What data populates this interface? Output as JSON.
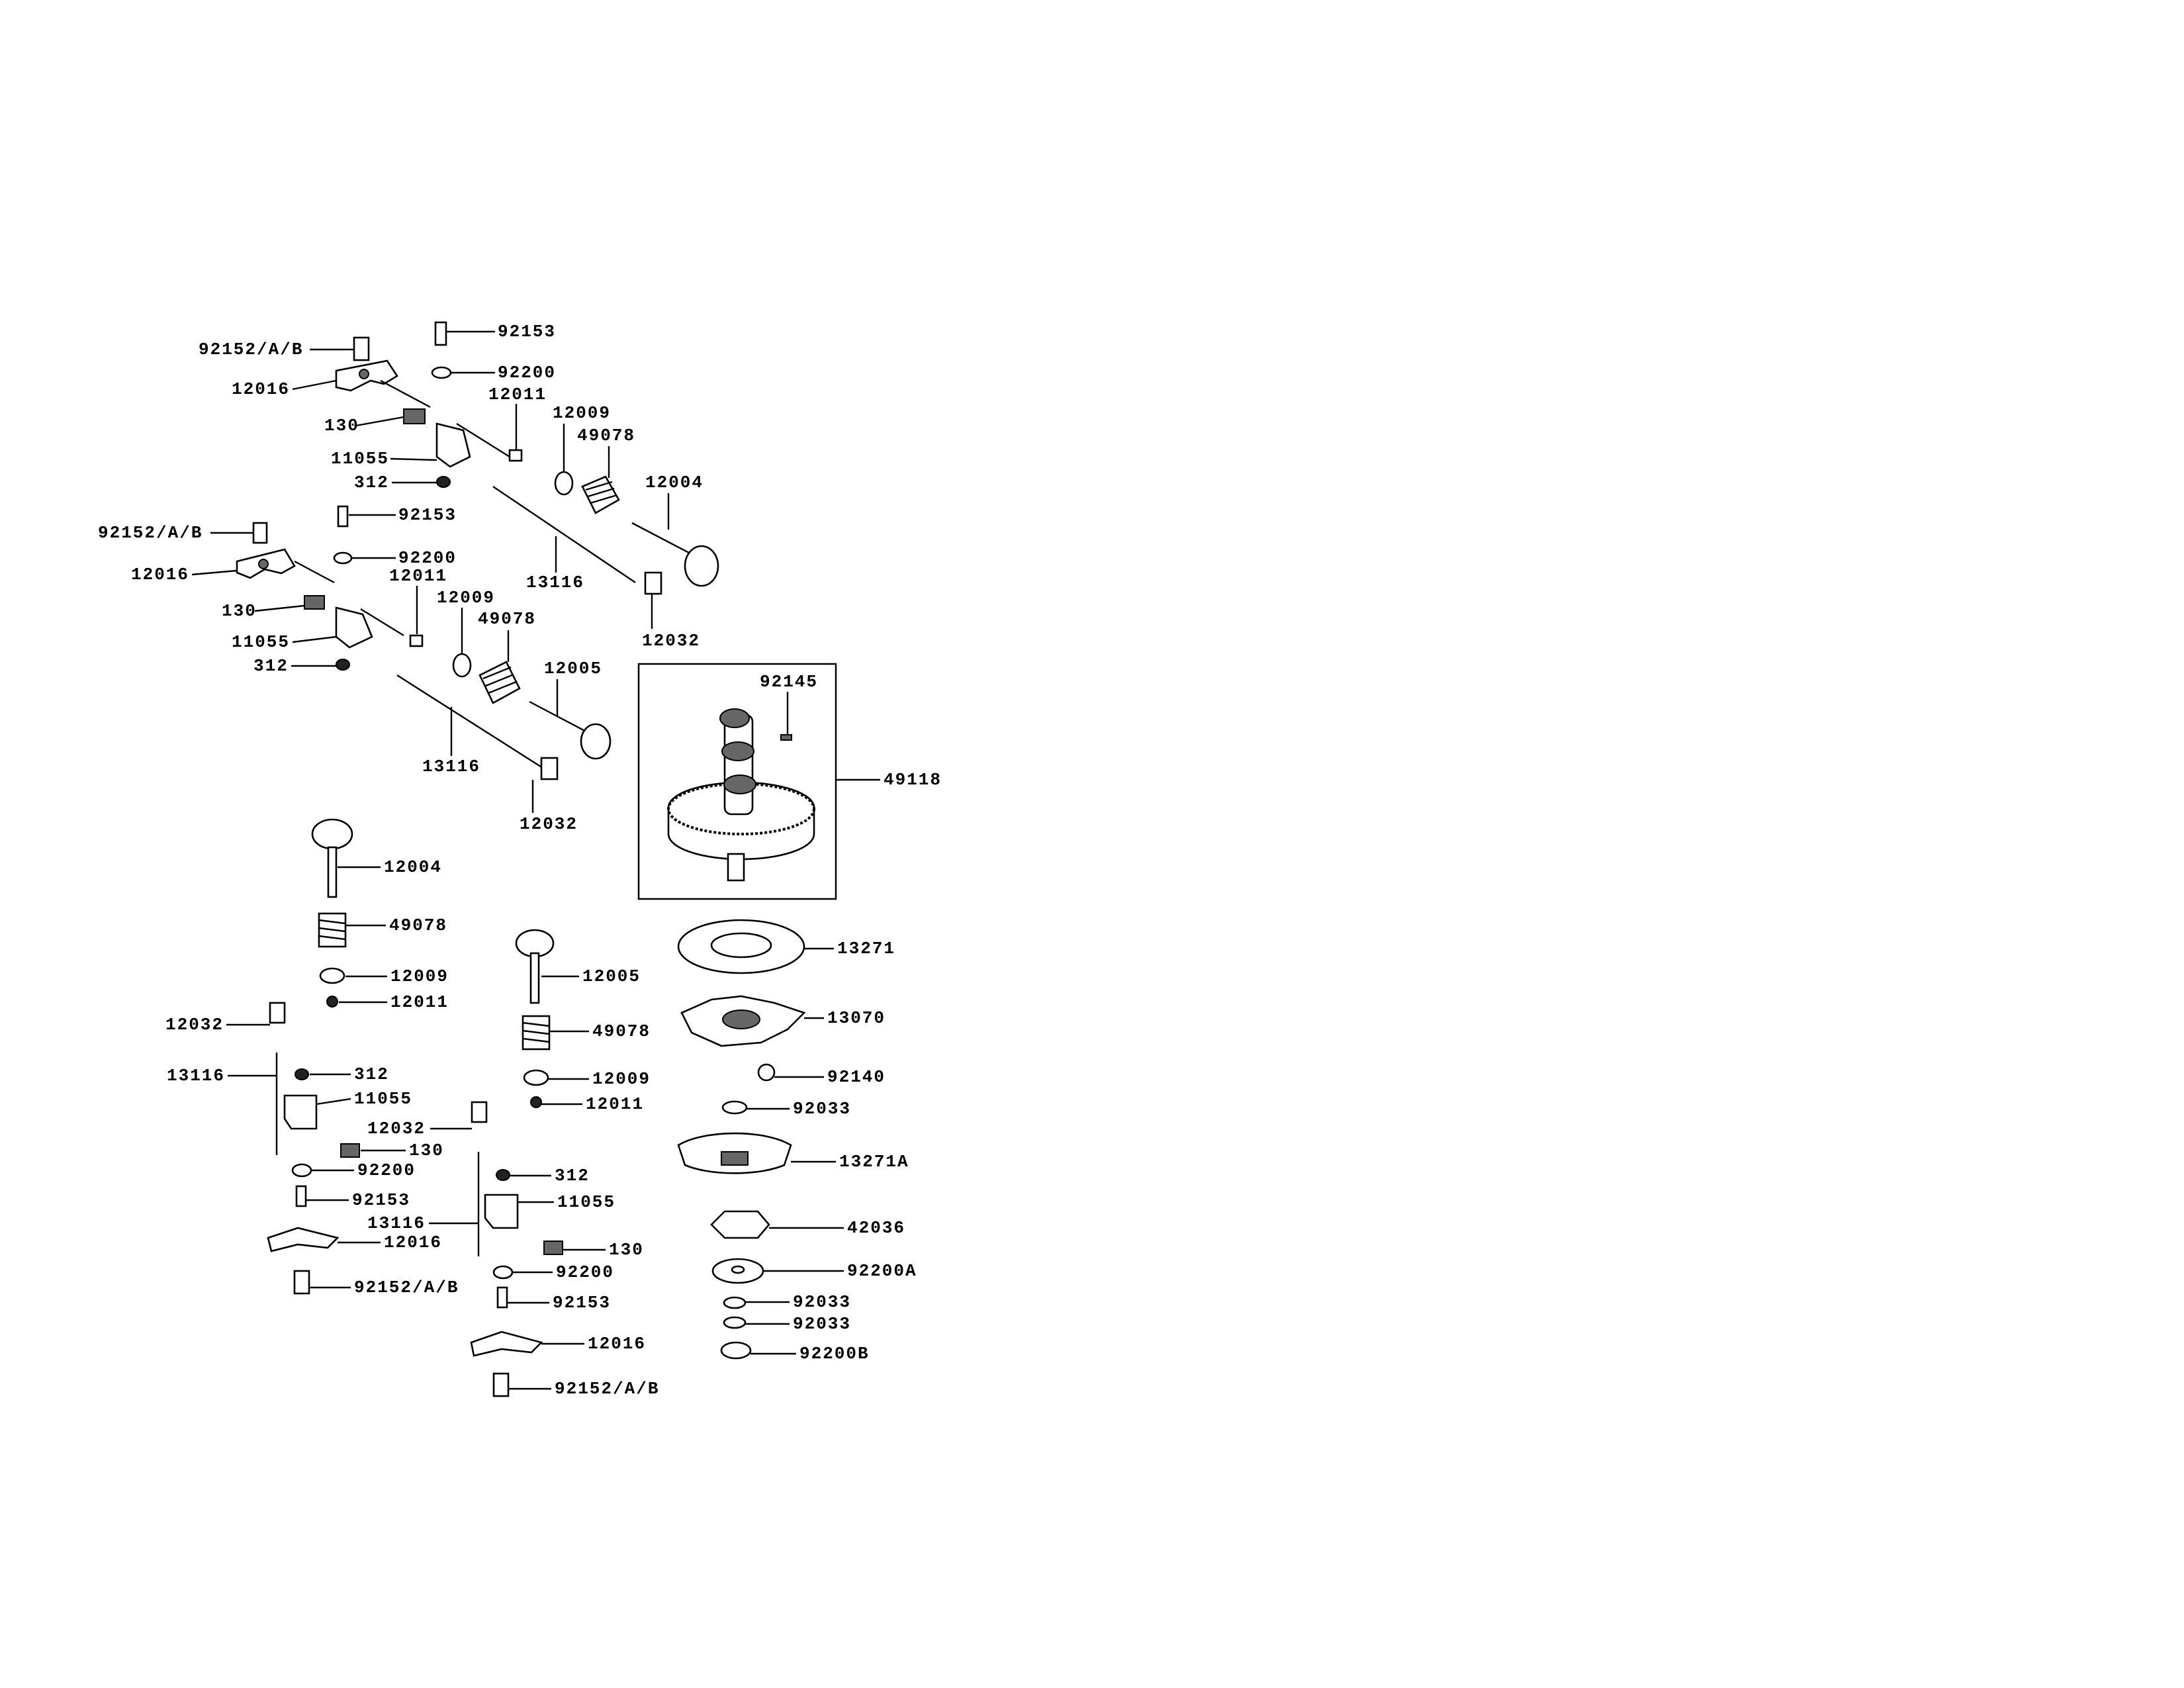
{
  "diagram": {
    "callouts": [
      {
        "id": "c01",
        "label": "92152/A/B"
      },
      {
        "id": "c02",
        "label": "12016"
      },
      {
        "id": "c03",
        "label": "130"
      },
      {
        "id": "c04",
        "label": "11055"
      },
      {
        "id": "c05",
        "label": "312"
      },
      {
        "id": "c06",
        "label": "92153"
      },
      {
        "id": "c07",
        "label": "92200"
      },
      {
        "id": "c08",
        "label": "12011"
      },
      {
        "id": "c09",
        "label": "12009"
      },
      {
        "id": "c10",
        "label": "49078"
      },
      {
        "id": "c11",
        "label": "12004"
      },
      {
        "id": "c12",
        "label": "13116"
      },
      {
        "id": "c13",
        "label": "12032"
      },
      {
        "id": "c14",
        "label": "92152/A/B"
      },
      {
        "id": "c15",
        "label": "12016"
      },
      {
        "id": "c16",
        "label": "130"
      },
      {
        "id": "c17",
        "label": "11055"
      },
      {
        "id": "c18",
        "label": "312"
      },
      {
        "id": "c19",
        "label": "92153"
      },
      {
        "id": "c20",
        "label": "92200"
      },
      {
        "id": "c21",
        "label": "12011"
      },
      {
        "id": "c22",
        "label": "12009"
      },
      {
        "id": "c23",
        "label": "49078"
      },
      {
        "id": "c24",
        "label": "12005"
      },
      {
        "id": "c25",
        "label": "13116"
      },
      {
        "id": "c26",
        "label": "12032"
      },
      {
        "id": "c27",
        "label": "92145"
      },
      {
        "id": "c28",
        "label": "49118"
      },
      {
        "id": "c29",
        "label": "12004"
      },
      {
        "id": "c30",
        "label": "49078"
      },
      {
        "id": "c31",
        "label": "12009"
      },
      {
        "id": "c32",
        "label": "12011"
      },
      {
        "id": "c33",
        "label": "12032"
      },
      {
        "id": "c34",
        "label": "13116"
      },
      {
        "id": "c35",
        "label": "312"
      },
      {
        "id": "c36",
        "label": "11055"
      },
      {
        "id": "c37",
        "label": "130"
      },
      {
        "id": "c38",
        "label": "92200"
      },
      {
        "id": "c39",
        "label": "92153"
      },
      {
        "id": "c40",
        "label": "12016"
      },
      {
        "id": "c41",
        "label": "92152/A/B"
      },
      {
        "id": "c42",
        "label": "12005"
      },
      {
        "id": "c43",
        "label": "49078"
      },
      {
        "id": "c44",
        "label": "12009"
      },
      {
        "id": "c45",
        "label": "12011"
      },
      {
        "id": "c46",
        "label": "12032"
      },
      {
        "id": "c47",
        "label": "312"
      },
      {
        "id": "c48",
        "label": "11055"
      },
      {
        "id": "c49",
        "label": "13116"
      },
      {
        "id": "c50",
        "label": "130"
      },
      {
        "id": "c51",
        "label": "92200"
      },
      {
        "id": "c52",
        "label": "92153"
      },
      {
        "id": "c53",
        "label": "12016"
      },
      {
        "id": "c54",
        "label": "92152/A/B"
      },
      {
        "id": "c55",
        "label": "13271"
      },
      {
        "id": "c56",
        "label": "13070"
      },
      {
        "id": "c57",
        "label": "92140"
      },
      {
        "id": "c58",
        "label": "92033"
      },
      {
        "id": "c59",
        "label": "13271A"
      },
      {
        "id": "c60",
        "label": "42036"
      },
      {
        "id": "c61",
        "label": "92200A"
      },
      {
        "id": "c62",
        "label": "92033"
      },
      {
        "id": "c63",
        "label": "92033"
      },
      {
        "id": "c64",
        "label": "92200B"
      }
    ]
  }
}
